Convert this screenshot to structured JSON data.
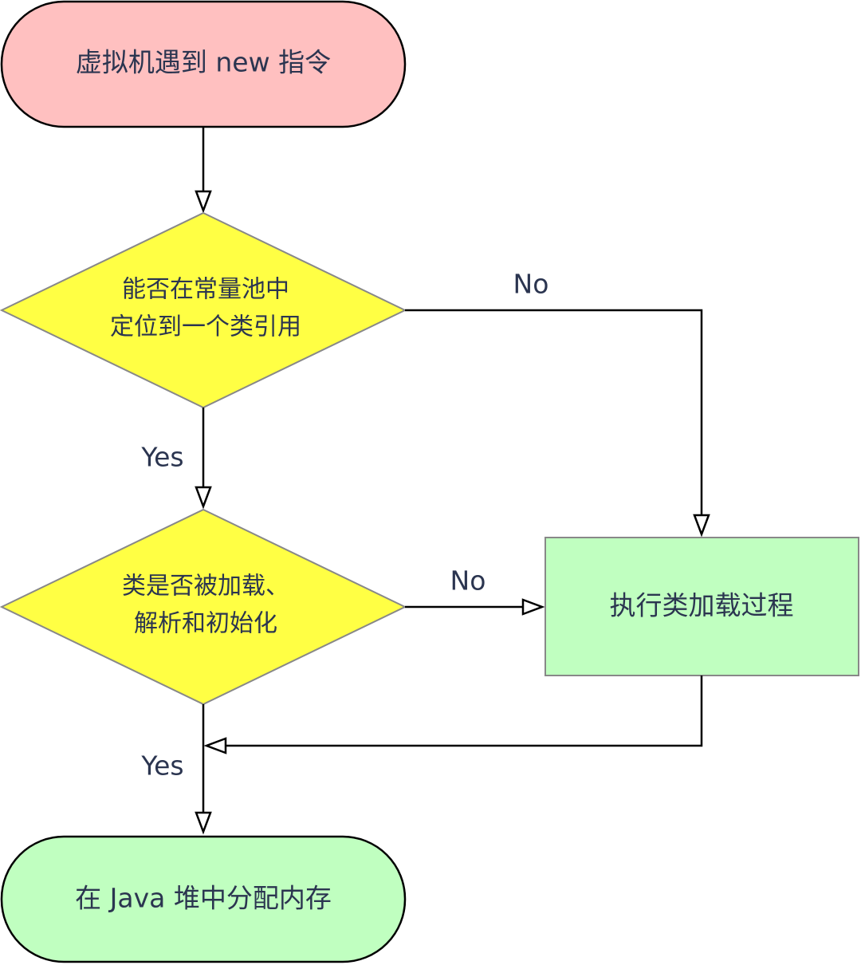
{
  "colors": {
    "start_fill": "#ffc0c0",
    "decision_fill": "#ffff44",
    "process_fill": "#c0ffc0",
    "end_fill": "#c0ffc0",
    "text": "#2b3550",
    "decision_border": "#888888",
    "process_border": "#888888"
  },
  "nodes": {
    "start": {
      "label": "虚拟机遇到 new 指令"
    },
    "decision1": {
      "line1": "能否在常量池中",
      "line2": "定位到一个类引用"
    },
    "decision2": {
      "line1": "类是否被加载、",
      "line2": "解析和初始化"
    },
    "process": {
      "label": "执行类加载过程"
    },
    "end": {
      "label": "在 Java 堆中分配内存"
    }
  },
  "edges": {
    "decision1_no": "No",
    "decision1_yes": "Yes",
    "decision2_no": "No",
    "decision2_yes": "Yes"
  }
}
